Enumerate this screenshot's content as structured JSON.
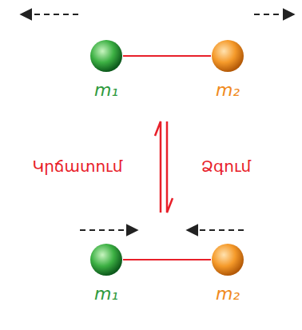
{
  "diagram": {
    "nodes": [
      {
        "text": [
          "m₁"
        ]
      },
      {
        "text": [
          "m₂"
        ]
      },
      {
        "text": [
          "m₁"
        ]
      },
      {
        "text": [
          "m₂"
        ]
      }
    ],
    "edges": [
      {
        "from": 0,
        "to": 1,
        "arrow": "none"
      },
      {
        "from": 2,
        "to": 3,
        "arrow": "none"
      }
    ],
    "labels": [
      "Կրճատում",
      "Ձգում"
    ]
  }
}
